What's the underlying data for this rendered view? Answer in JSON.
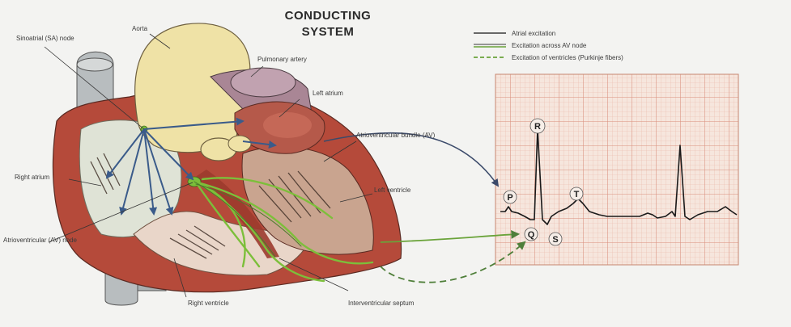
{
  "title": {
    "line1": "CONDUCTING",
    "line2": "SYSTEM"
  },
  "legend": [
    {
      "label": "Atrial excitation",
      "color": "#3a3a3a",
      "style": "solid"
    },
    {
      "label": "Excitation across AV node",
      "color": "#3a3a3a",
      "style": "double"
    },
    {
      "label": "Excitation of ventricles (Purkinje fibers)",
      "color": "#6aa33a",
      "style": "dashed"
    }
  ],
  "labels": {
    "sa_node": "Sinoatrial (SA) node",
    "aorta": "Aorta",
    "pulmonary_artery": "Pulmonary artery",
    "left_atrium": "Left atrium",
    "av_bundle": "Atrioventricular bundle (AV)",
    "right_atrium": "Right atrium",
    "left_ventricle": "Left ventricle",
    "av_node": "Atrioventricular (AV) node",
    "right_ventricle": "Right ventricle",
    "septum": "Interventricular septum"
  },
  "wave_labels": {
    "p": "P",
    "q": "Q",
    "r": "R",
    "s": "S",
    "t": "T"
  },
  "colors": {
    "grid_bg": "#f6e6dd",
    "grid_line": "#e0a898",
    "heart_red": "#b54a3a",
    "conduction": "#7cbf3a",
    "ecg_trace": "#1a1a1a"
  }
}
